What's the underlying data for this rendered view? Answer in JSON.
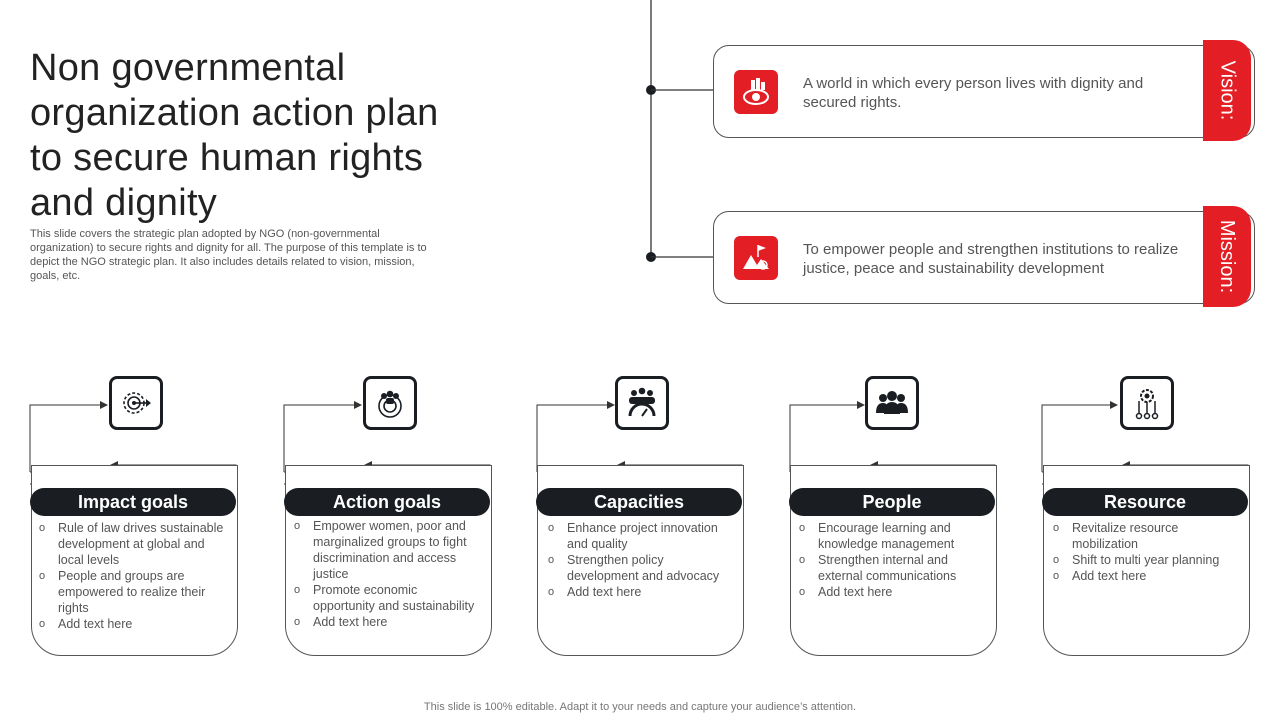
{
  "slide": {
    "title": "Non governmental organization action plan to secure human rights and dignity",
    "subtitle": "This slide covers the strategic plan adopted by NGO (non-governmental organization) to secure rights and dignity for all. The purpose of this template is to depict the NGO strategic plan. It also includes details related to vision, mission, goals, etc.",
    "footer": "This slide is 100% editable. Adapt it to your needs and capture your audience’s attention."
  },
  "vision": {
    "label": "Vision:",
    "text": " A world in which every person lives with dignity and secured rights.",
    "icon": "vision-target-icon"
  },
  "mission": {
    "label": "Mission:",
    "text": "To empower people and strengthen institutions to realize justice, peace and sustainability development",
    "icon": "mission-flag-icon"
  },
  "columns": [
    {
      "title": "Impact goals",
      "icon": "target-arrow-icon",
      "items": [
        "Rule of law drives sustainable development at global and local levels",
        "People and groups are empowered to realize their rights",
        "Add text here"
      ]
    },
    {
      "title": "Action goals",
      "icon": "team-target-icon",
      "items": [
        "Empower women, poor and marginalized groups to fight discrimination and access justice",
        "Promote economic opportunity and sustainability",
        "Add text here"
      ]
    },
    {
      "title": "Capacities",
      "icon": "team-gauge-icon",
      "items": [
        "Enhance project innovation and quality",
        "Strengthen policy development and advocacy",
        "Add text here"
      ]
    },
    {
      "title": "People",
      "icon": "people-group-icon",
      "items": [
        "Encourage learning and knowledge management",
        "Strengthen internal and external communications",
        "Add text here"
      ]
    },
    {
      "title": "Resource",
      "icon": "gear-network-icon",
      "items": [
        "Revitalize resource mobilization",
        "Shift to multi year planning",
        "Add text here"
      ]
    }
  ],
  "colors": {
    "accent": "#e31e24",
    "dark": "#1a1e23",
    "text": "#555555"
  }
}
